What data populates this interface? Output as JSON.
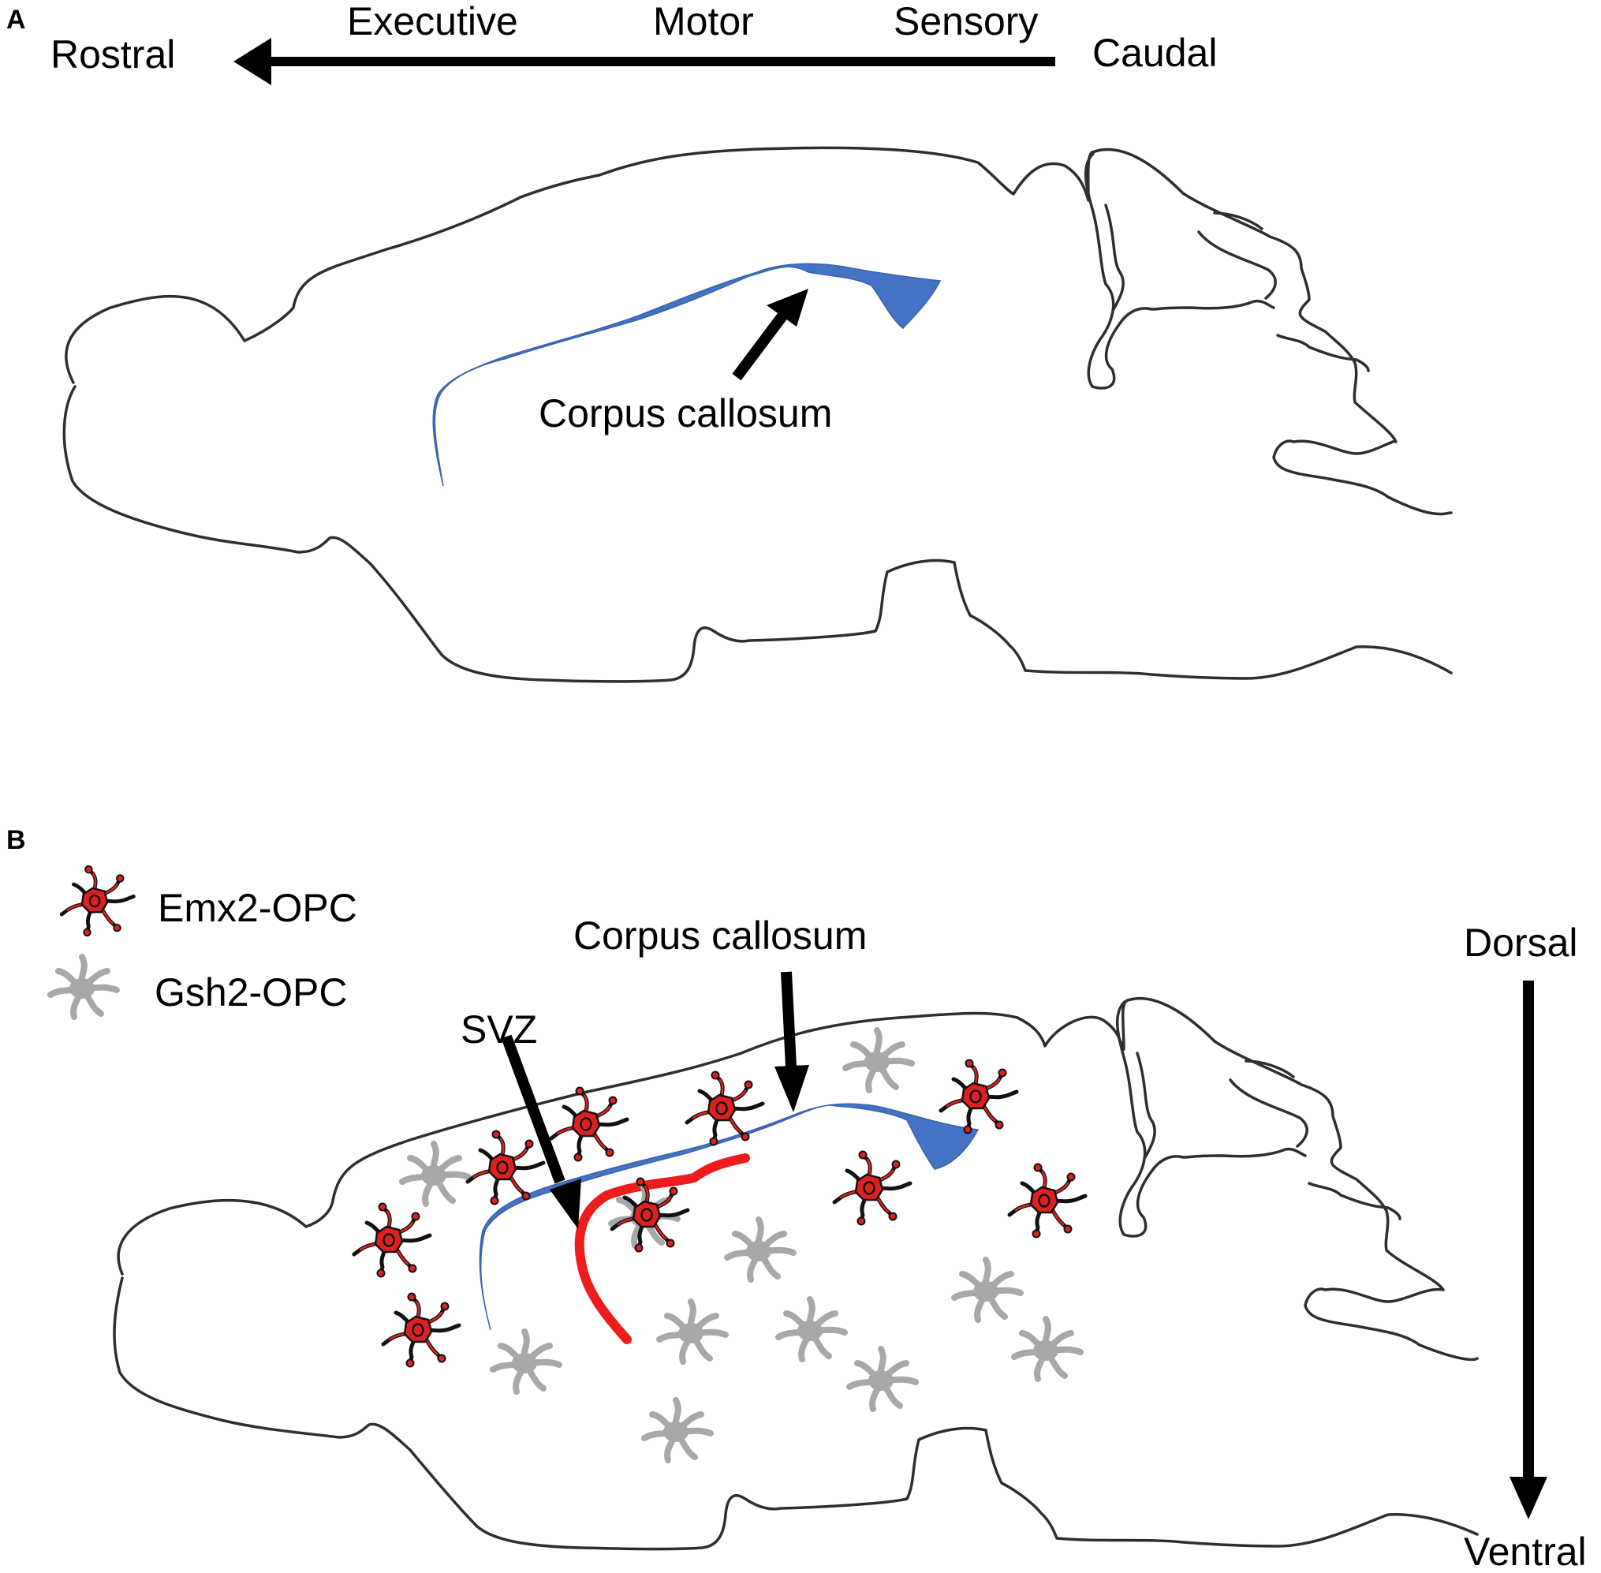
{
  "panel_a": {
    "panel_label": "A",
    "axis_rostral": "Rostral",
    "axis_caudal": "Caudal",
    "region_executive": "Executive",
    "region_motor": "Motor",
    "region_sensory": "Sensory",
    "corpus_callosum_label": "Corpus callosum"
  },
  "panel_b": {
    "panel_label": "B",
    "legend": {
      "emx2_label": "Emx2-OPC",
      "gsh2_label": "Gsh2-OPC"
    },
    "corpus_callosum_label": "Corpus callosum",
    "svz_label": "SVZ",
    "axis_dorsal": "Dorsal",
    "axis_ventral": "Ventral"
  },
  "colors": {
    "corpus_callosum": "#4472c4",
    "emx2_opc": "#e02020",
    "gsh2_opc": "#a8a8a8",
    "svz": "#ee1c1c",
    "outline": "#2e2e2e"
  }
}
